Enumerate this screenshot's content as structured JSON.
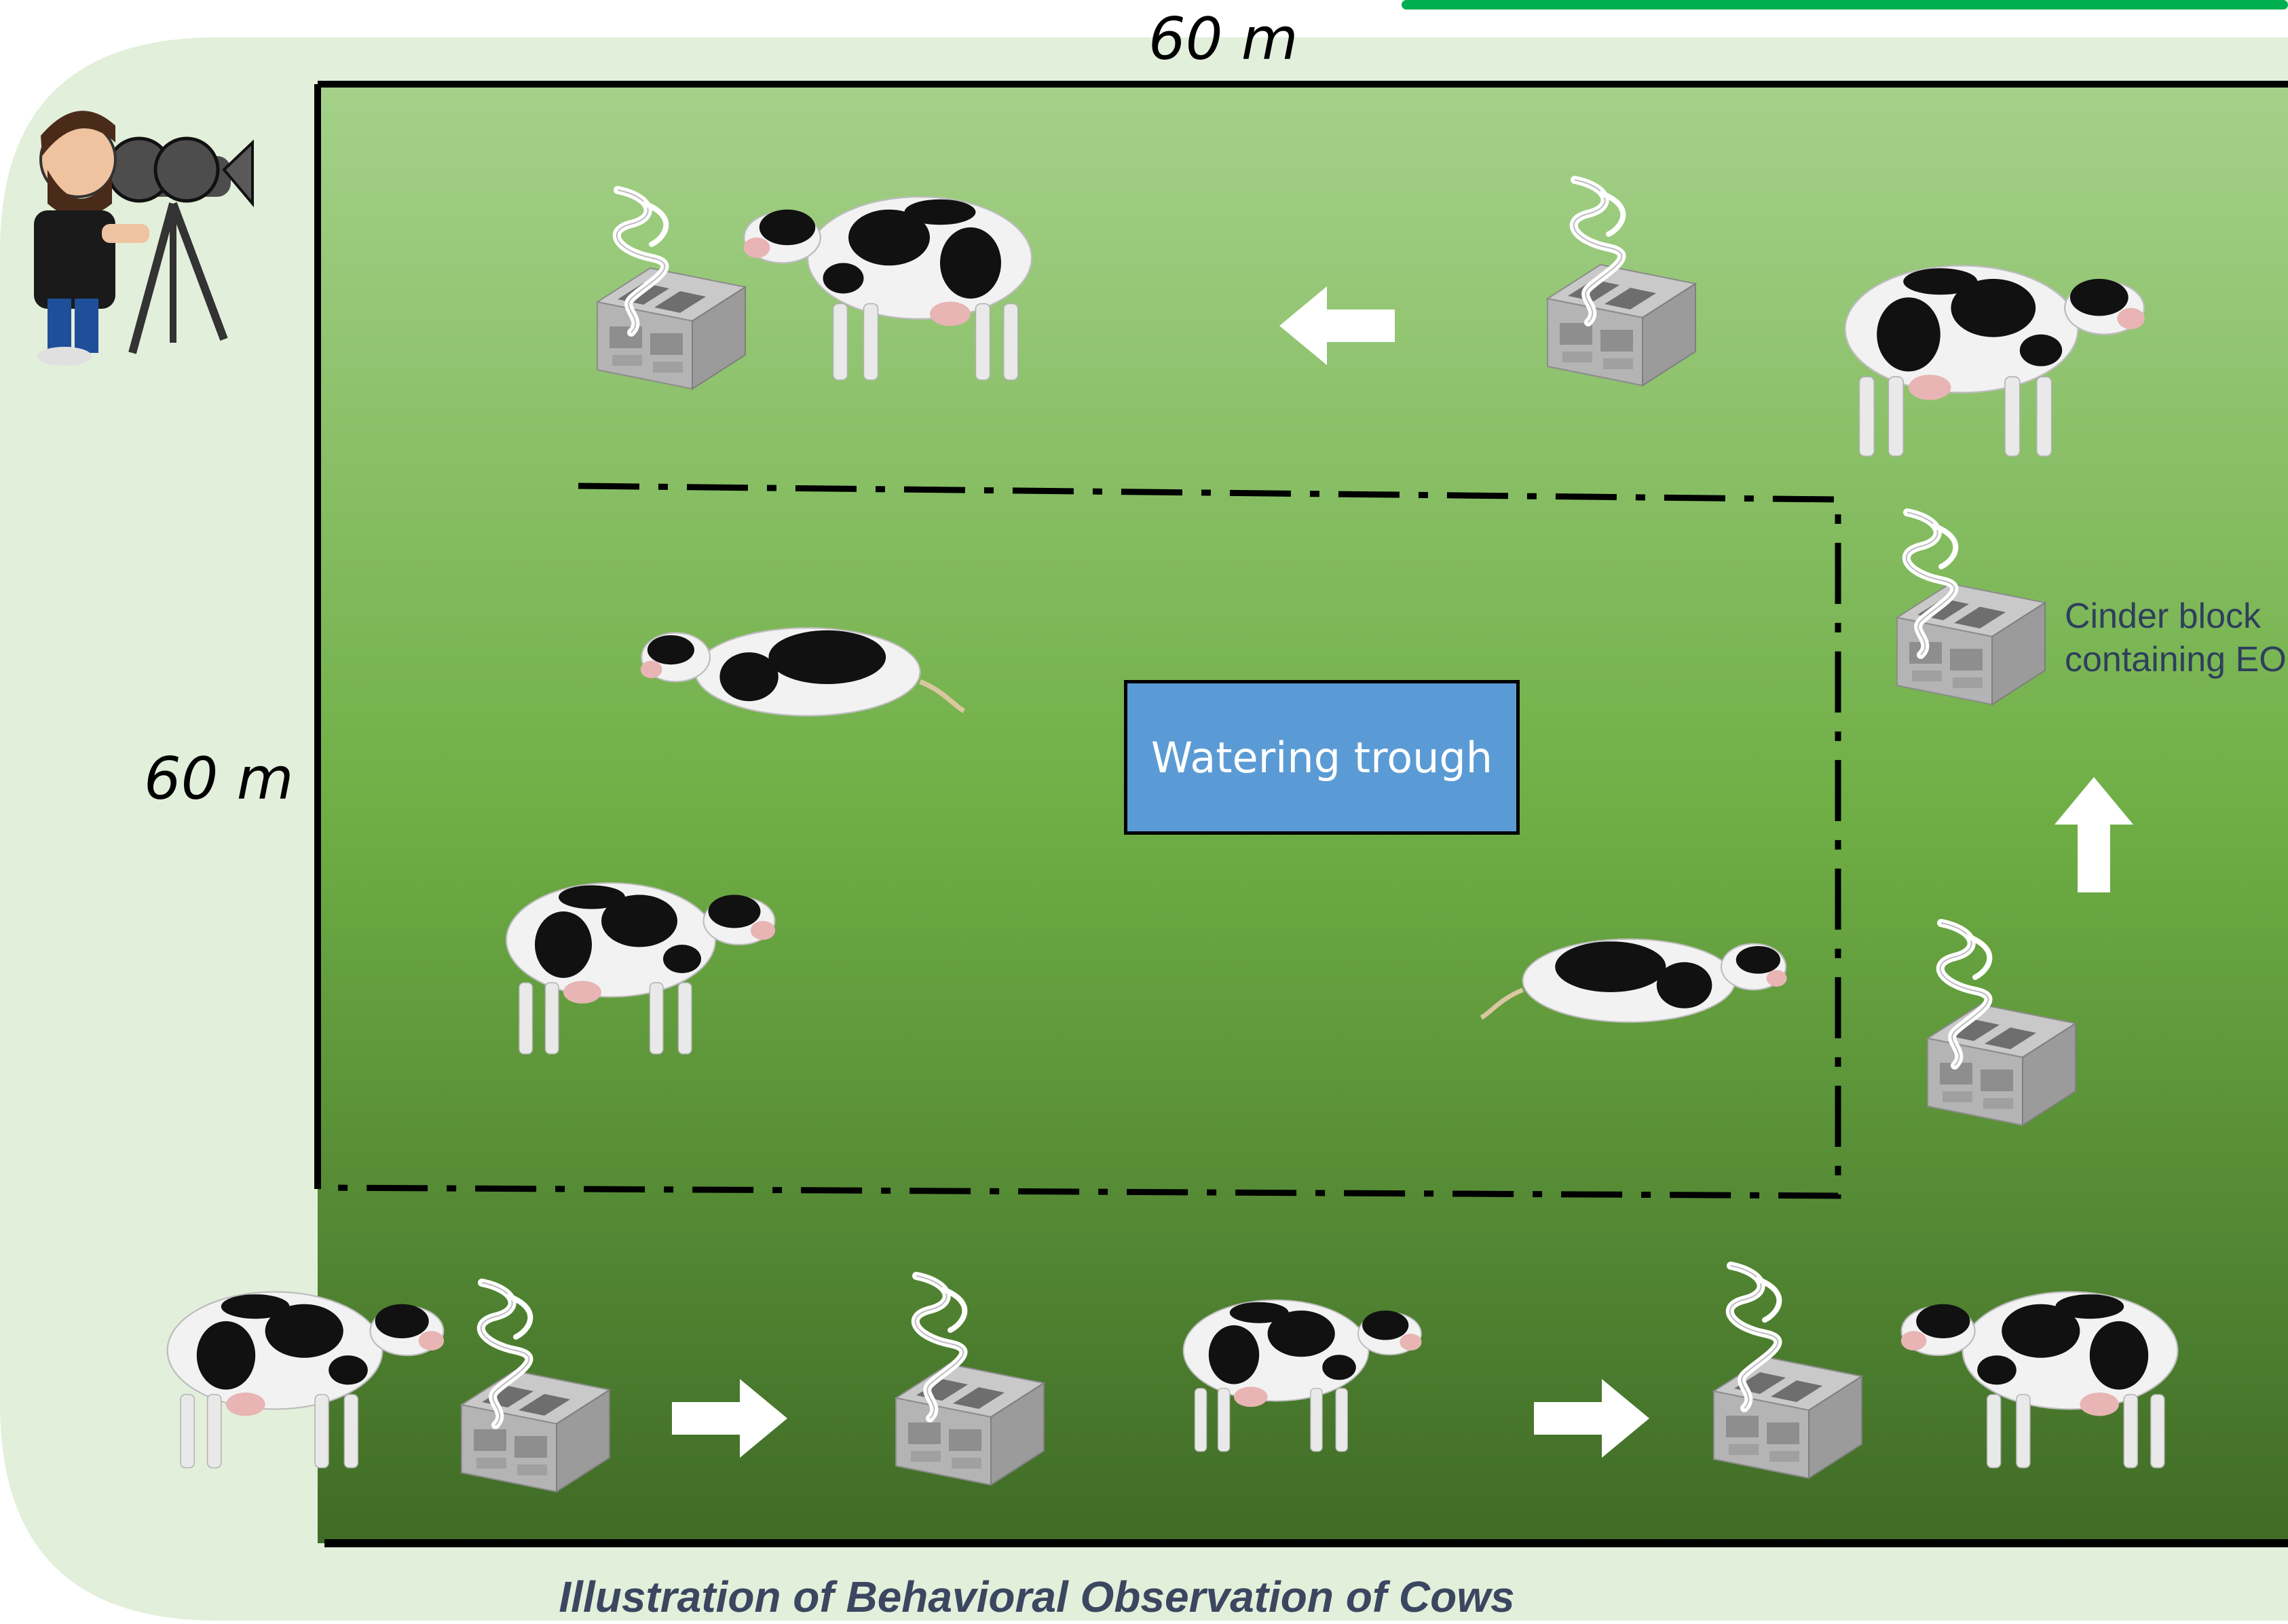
{
  "dimensions": {
    "top": "60 m",
    "left": "60 m"
  },
  "trough": {
    "label": "Watering trough"
  },
  "cinder_block_label": {
    "line1": "Cinder block",
    "line2": "containing EO"
  },
  "caption": "Illustration of Behavioral Observation of Cows",
  "colors": {
    "outer_panel": "#e2efda",
    "pasture_top": "#a5d18a",
    "pasture_mid": "#6fae45",
    "pasture_bottom": "#3f6b26",
    "trough_fill": "#5b9bd5",
    "header_accent": "#00b050",
    "arrow": "#ffffff",
    "cinder_block": "#a6a6a6"
  },
  "icons": [
    "camera-operator-icon",
    "cow-icon",
    "cinder-block-icon",
    "smoke-icon",
    "arrow-left-icon",
    "arrow-up-icon",
    "arrow-right-icon"
  ]
}
